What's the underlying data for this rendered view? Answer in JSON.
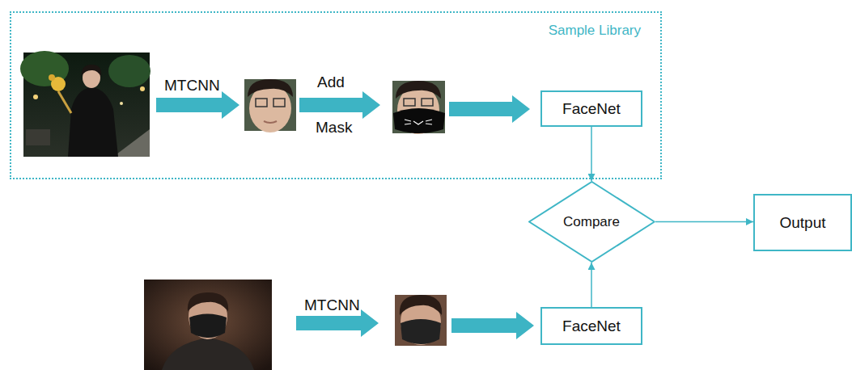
{
  "diagram": {
    "nodes": [
      {
        "text": [
          "Sample Library"
        ]
      },
      {
        "text": [
          "FaceNet"
        ],
        "in": 0
      },
      {
        "text": [
          "Compare"
        ]
      },
      {
        "text": [
          "Output"
        ]
      },
      {
        "text": [
          "FaceNet"
        ]
      }
    ],
    "edges": [
      {
        "from": 1,
        "to": 2,
        "arrow": "to"
      },
      {
        "from": 4,
        "to": 2,
        "arrow": "to"
      },
      {
        "from": 2,
        "to": 3,
        "arrow": "to"
      }
    ],
    "labels": [
      "MTCNN",
      "Add",
      "Mask",
      "MTCNN"
    ]
  }
}
